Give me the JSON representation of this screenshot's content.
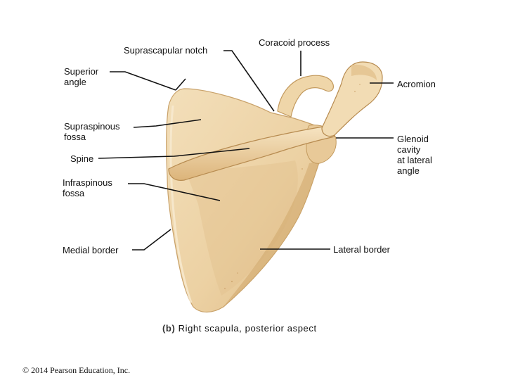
{
  "colors": {
    "bone_light": "#f1d9b0",
    "bone_mid": "#e5c491",
    "bone_shadow": "#c79f63",
    "bone_edge": "#b78b50",
    "leader": "#111111"
  },
  "labels": {
    "suprascapular_notch": "Suprascapular notch",
    "coracoid_process": "Coracoid process",
    "superior_angle": "Superior\nangle",
    "acromion": "Acromion",
    "supraspinous_fossa": "Supraspinous\nfossa",
    "glenoid_cavity": "Glenoid\ncavity\nat lateral\nangle",
    "spine": "Spine",
    "infraspinous_fossa": "Infraspinous\nfossa",
    "medial_border": "Medial border",
    "lateral_border": "Lateral border"
  },
  "caption": {
    "part": "(b)",
    "text": " Right scapula, posterior aspect"
  },
  "copyright": "© 2014 Pearson Education, Inc."
}
